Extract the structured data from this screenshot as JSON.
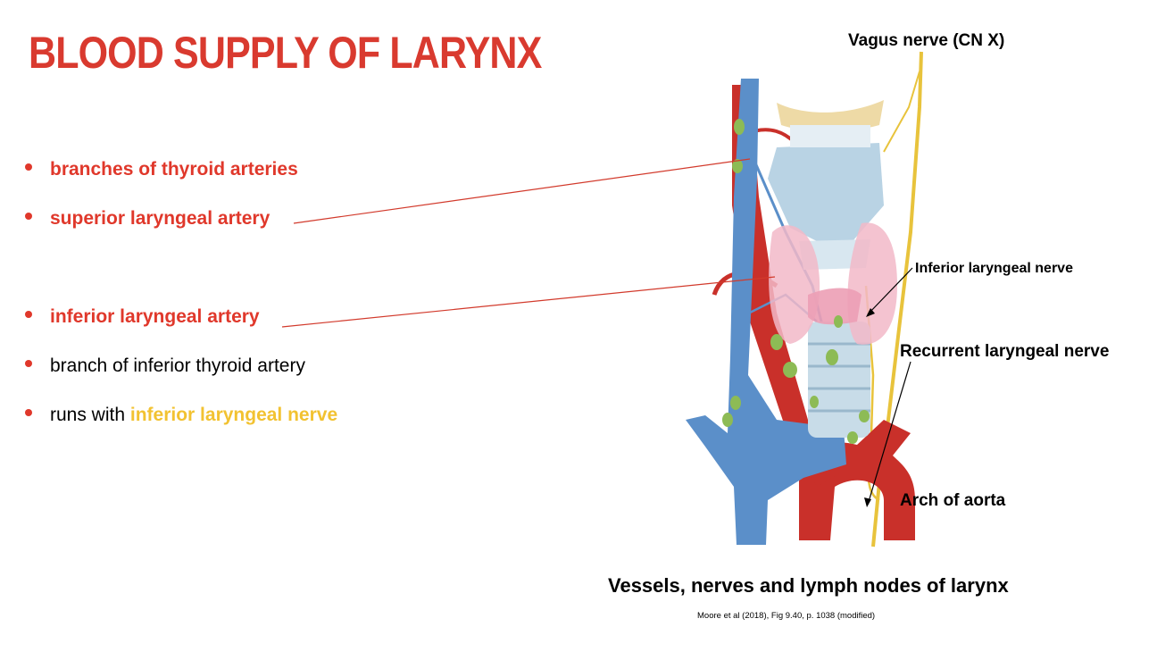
{
  "slide": {
    "title": "BLOOD SUPPLY OF LARYNX",
    "title_color": "#d93a2f"
  },
  "bullets": [
    {
      "text": "branches of thyroid arteries",
      "color": "#e0382b",
      "bold": true
    },
    {
      "text": "superior laryngeal artery",
      "color": "#e0382b",
      "bold": true
    },
    {
      "text": "inferior laryngeal artery",
      "color": "#e0382b",
      "bold": true
    },
    {
      "text": "branch of inferior thyroid artery",
      "color": "#000000",
      "bold": false
    },
    {
      "prefix": "runs with ",
      "highlight": "inferior laryngeal nerve",
      "color": "#000000",
      "highlight_color": "#f2c231",
      "bold": false
    }
  ],
  "diagram": {
    "labels": {
      "vagus": "Vagus nerve (CN X)",
      "inferior_nerve": "Inferior laryngeal nerve",
      "recurrent_nerve": "Recurrent laryngeal nerve",
      "aorta": "Arch of aorta"
    },
    "caption": "Vessels, nerves and lymph nodes of larynx",
    "citation": "Moore et al (2018), Fig 9.40, p. 1038 (modified)"
  },
  "colors": {
    "artery": "#c9302a",
    "vein": "#5b8fc9",
    "nerve": "#e8c33c",
    "thyroid": "#f2b8c8",
    "lymph_node": "#8dbb55",
    "pointer_line": "#d23a2c"
  }
}
